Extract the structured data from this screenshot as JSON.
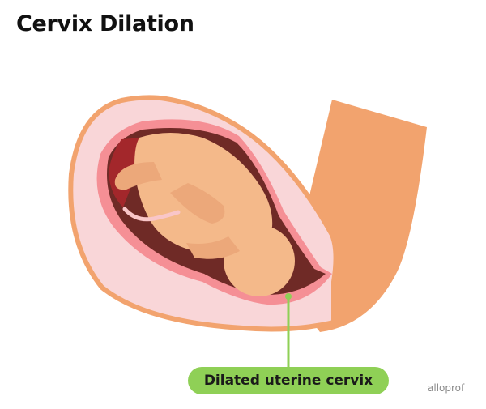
{
  "title": "Cervix Dilation",
  "label": "Dilated uterine cervix",
  "brand": "alloprof",
  "colors": {
    "leg": "#f2a36e",
    "body_skin": "#f9d6d8",
    "uterus_wall": "#f58f95",
    "cavity": "#6f2a26",
    "fluid_red": "#a3272b",
    "fetus": "#f4b98a",
    "label_bg": "#8fd056",
    "leader_line": "#8fd056"
  }
}
